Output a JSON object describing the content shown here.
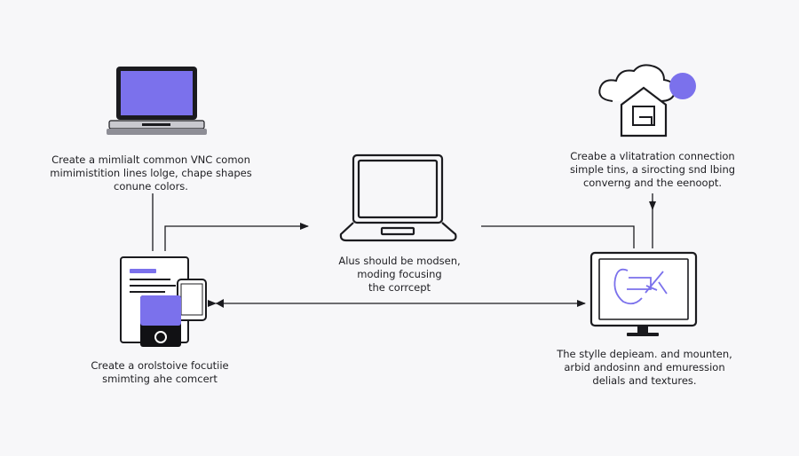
{
  "colors": {
    "background": "#f7f7f9",
    "line": "#1b1b1f",
    "accent": "#7b71ec",
    "screen_dark": "#111114"
  },
  "nodes": {
    "laptop_top_left": {
      "icon": "laptop-icon",
      "caption": [
        "Create a mimlialt common VNC comon",
        "mimimistition lines lolge, chape shapes",
        "conune colors."
      ]
    },
    "laptop_center": {
      "icon": "laptop-icon",
      "caption": [
        "Alus should be modsen,",
        "moding focusing",
        "the corrcept"
      ]
    },
    "cloud_top_right": {
      "icon": "cloud-home-icon",
      "caption": [
        "Creabe a vlitatration connection",
        "simple tins, a sirocting snd lbing",
        "converng and the eenoopt."
      ]
    },
    "devices_bottom_left": {
      "icon": "document-phone-icon",
      "caption": [
        "Create a orolstoive focutiie",
        "smimting ahe comcert"
      ]
    },
    "monitor_bottom_right": {
      "icon": "monitor-icon",
      "caption": [
        "The stylle depieam. and mounten,",
        "arbid andosinn and emuression",
        "delials and textures."
      ]
    }
  }
}
